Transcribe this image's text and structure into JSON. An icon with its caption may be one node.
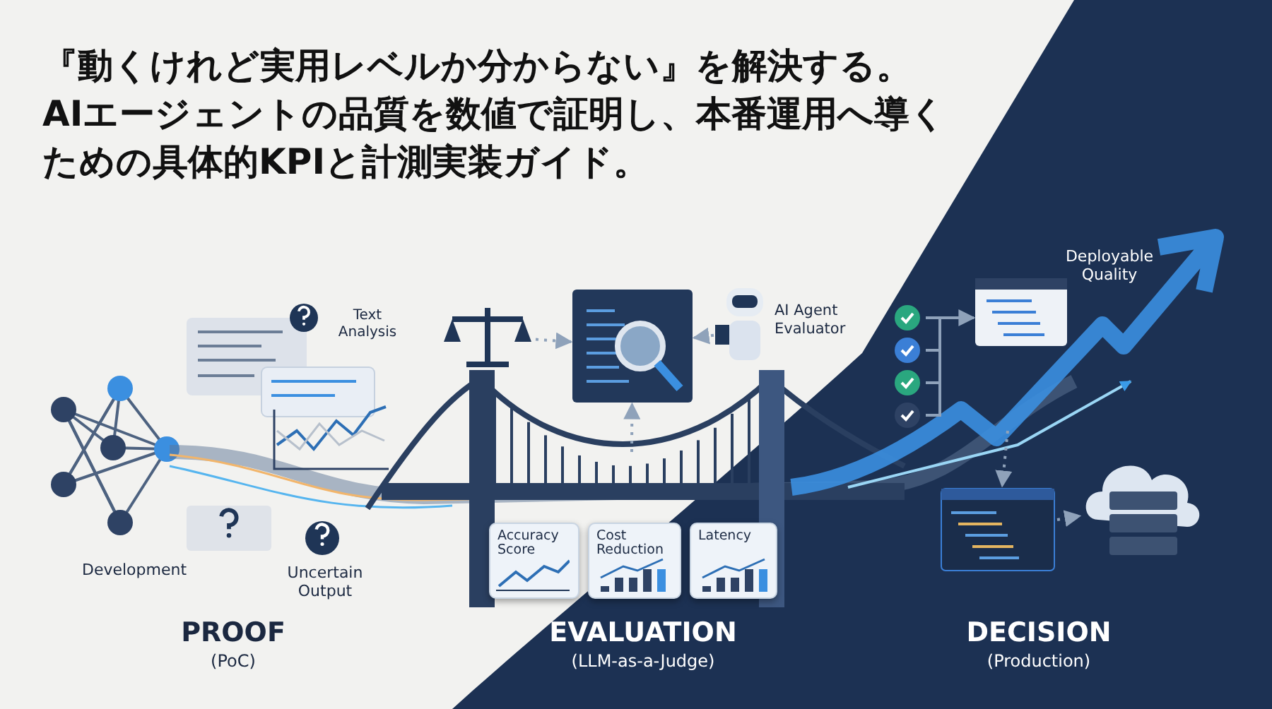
{
  "diagram": {
    "title": "『動くけれど実用レベルか分からない』を解決する。AIエージェントの品質を数値で証明し、本番運用へ導くための具体的KPIと計測実装ガイド。",
    "nodes": [
      {
        "text": [],
        "shape": "picture"
      },
      {
        "text": [],
        "shape": "picture"
      },
      {
        "text": [
          "AI Agent Evaluator"
        ]
      },
      {
        "text": [
          "Accuracy Score"
        ]
      },
      {
        "text": [
          "Cost Reduction"
        ]
      },
      {
        "text": [
          "Latency"
        ]
      },
      {
        "text": [],
        "shape": "picture"
      },
      {
        "text": [],
        "shape": "picture"
      },
      {
        "text": [],
        "shape": "picture"
      },
      {
        "text": [],
        "shape": "picture"
      }
    ],
    "edges": [
      {
        "from": 0,
        "to": 1,
        "arrow": "to",
        "style": "dashed"
      },
      {
        "from": 2,
        "to": 1,
        "arrow": "to",
        "style": "dashed"
      },
      {
        "from": null,
        "to": 1,
        "arrow": "to",
        "style": "dashed"
      },
      {
        "from": 6,
        "to": 7,
        "arrow": "to"
      },
      {
        "from": null,
        "to": 8,
        "arrow": "to",
        "style": "dashed"
      },
      {
        "from": 8,
        "to": 9,
        "arrow": "to",
        "style": "dashed"
      }
    ],
    "labels": [
      "Deployable Quality",
      "Text Analysis",
      "Development",
      "Uncertain Output",
      "PROOF",
      "(PoC)",
      "EVALUATION",
      "(LLM-as-a-Judge)",
      "DECISION",
      "(Production)"
    ]
  }
}
